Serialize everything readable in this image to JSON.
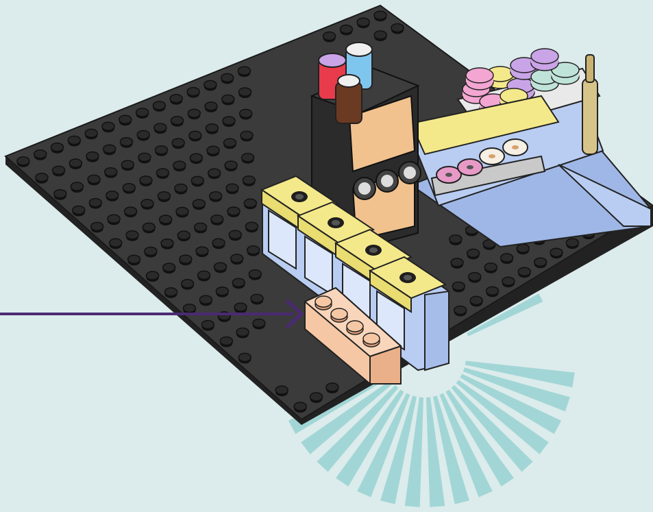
{
  "scene": {
    "kind": "lego-building-instruction-step",
    "colors": {
      "background": "#dcebeb",
      "baseplate": "#3a3a3a",
      "baseplate_edge": "#222222",
      "stud": "#1f1f1f",
      "yellow": "#f4e98a",
      "light_blue": "#b9cdf2",
      "peach_new_brick": "#f6c7a4",
      "oven": "#2b2b2b",
      "oven_window": "#f1c28e",
      "arrow": "#4b2a73",
      "burst": "#8fcfcf"
    },
    "callout": {
      "arrow_icon": "arrow-right-icon",
      "new_part": "peach 1x4 brick"
    },
    "items": [
      "baseplate",
      "oven",
      "counter",
      "display-shelf",
      "donuts",
      "macarons",
      "bottles",
      "rolling-pin"
    ]
  }
}
